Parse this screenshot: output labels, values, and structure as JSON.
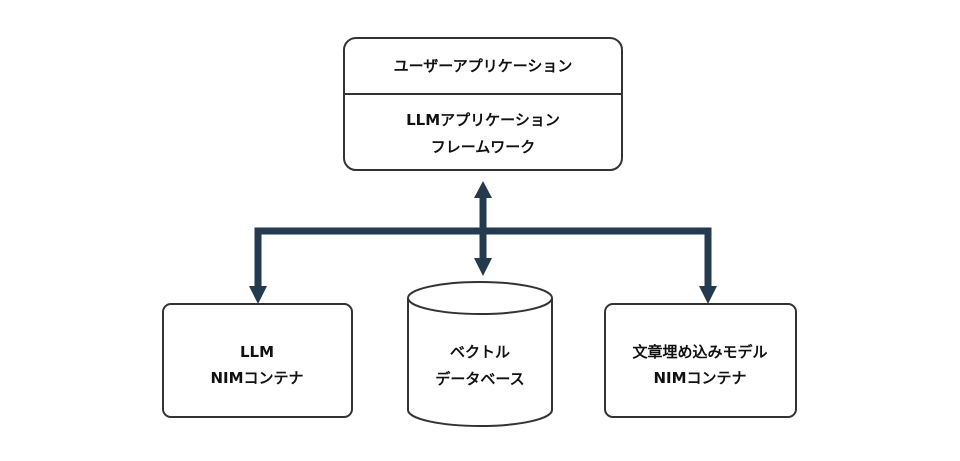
{
  "app_box": {
    "title": "ユーザーアプリケーション",
    "framework_line1": "LLMアプリケーション",
    "framework_line2": "フレームワーク"
  },
  "llm_box": {
    "line1": "LLM",
    "line2": "NIMコンテナ"
  },
  "vector_db": {
    "line1": "ベクトル",
    "line2": "データベース"
  },
  "embedding_box": {
    "line1": "文章埋め込みモデル",
    "line2": "NIMコンテナ"
  },
  "colors": {
    "connector": "#243a4f",
    "border": "#333333",
    "text": "#111111"
  }
}
